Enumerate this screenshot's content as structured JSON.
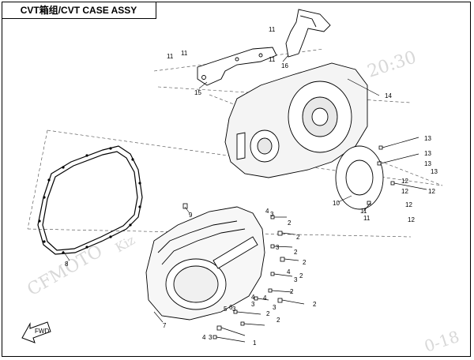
{
  "title": "CVT箱组/CVT CASE ASSY",
  "watermarks": {
    "brand": "CFMOTO",
    "fragment": "Kiz",
    "time": "20:30",
    "date": "0-18"
  },
  "arrow_label": "FWD",
  "callouts": [
    "1",
    "2",
    "3",
    "4",
    "5",
    "6",
    "7",
    "8",
    "9",
    "10",
    "11",
    "12",
    "13",
    "14",
    "15",
    "16"
  ]
}
